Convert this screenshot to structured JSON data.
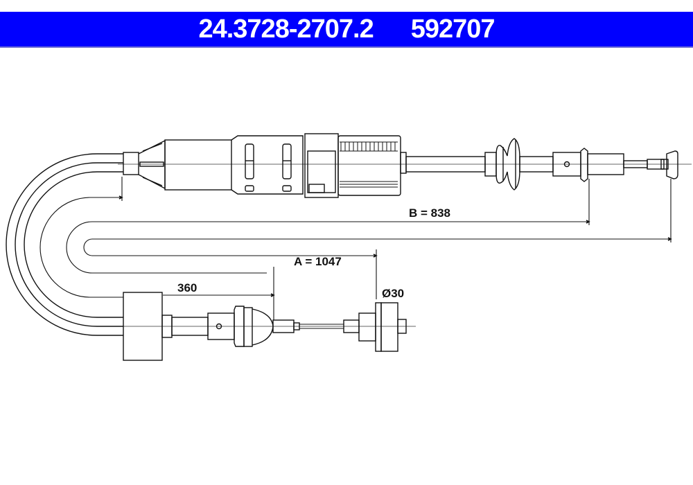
{
  "header": {
    "part_number": "24.3728-2707.2",
    "reference_number": "592707",
    "background_color": "#0000ff",
    "text_color": "#ffffff"
  },
  "drawing": {
    "subject": "clutch-cable",
    "line_color": "#111111",
    "dimensions": {
      "A": {
        "label": "A = 1047",
        "value": 1047
      },
      "B": {
        "label": "B = 838",
        "value": 838
      },
      "offset": {
        "label": "360",
        "value": 360
      },
      "diameter": {
        "label": "Ø30",
        "value": 30
      }
    }
  }
}
